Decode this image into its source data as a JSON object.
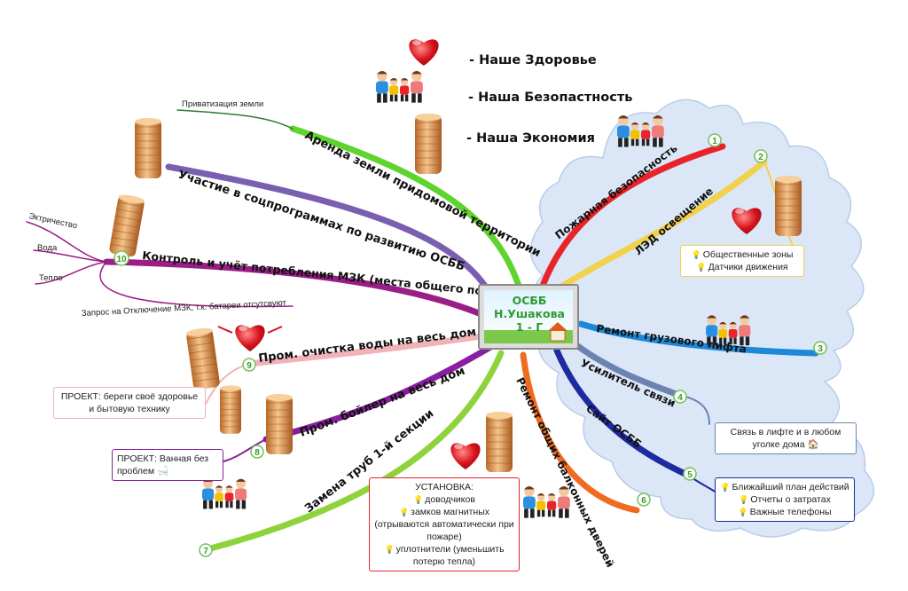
{
  "center": {
    "line1": "ОСББ",
    "line2": "Н.Ушакова",
    "line3": "1 - Г"
  },
  "legend": {
    "health": "- Наше Здоровье",
    "safety": "- Наша Безопастность",
    "economy": "- Наша Экономия"
  },
  "left_branches": {
    "land_lease": "Аренда земли придомовой территории",
    "privatization": "Приватизация земли",
    "social_programs": "Участие в соцпрограммах  по развитию ОСББ",
    "metering": "Контроль и учёт потребления МЗК (места общего пользов",
    "electricity": "Эктричество",
    "water": "Вода",
    "heat": "Тепло",
    "heat_request": "Запрос на Отключение МЗК, т.к. батареи отсутсвуют",
    "water_purification": "Пром. очистка воды на весь дом",
    "water_project": "ПРОЕКТ: береги своё здоровье и бытовую технику",
    "boiler": "Пром. бойлер на весь дом",
    "boiler_project": "ПРОЕКТ: Ванная без проблем",
    "pipes": "Замена труб 1-й секции"
  },
  "right_branches": {
    "fire_safety": "Пожарная безопасность",
    "led": "ЛЭД освещение",
    "led_items": [
      "Общественные зоны",
      "Датчики движения"
    ],
    "elevator": "Ремонт грузового лифта",
    "signal": "Усилитель связи",
    "signal_note": [
      "Связь в лифте и в любом",
      "уголке дома"
    ],
    "website": "Сайт ОСББ",
    "website_items": [
      "Ближайший план действий",
      "Отчеты о затратах",
      "Важные телефоны"
    ],
    "balcony": "Ремонт общих балконных дверей",
    "balcony_install": {
      "title": "УСТАНОВКА:",
      "items": [
        "доводчиков",
        "замков магнитных",
        "(отрываются автоматически при",
        "пожаре)",
        "уплотнители (уменьшить",
        "потерю тепла)"
      ]
    }
  },
  "numbers": [
    "1",
    "2",
    "3",
    "4",
    "5",
    "6",
    "7",
    "8",
    "9",
    "10"
  ],
  "colors": {
    "green": "#5fd32e",
    "purple": "#7a5fb0",
    "magenta": "#9a1e86",
    "pink": "#f2b3b8",
    "violet": "#8a1ea0",
    "lime": "#8ed33c",
    "red": "#e8242a",
    "yellow": "#f2d24c",
    "blue": "#1e88d8",
    "slate": "#6c83b2",
    "navy": "#1e2aa0",
    "orange": "#ef6b1f",
    "cloud": "#dbe7f7"
  }
}
